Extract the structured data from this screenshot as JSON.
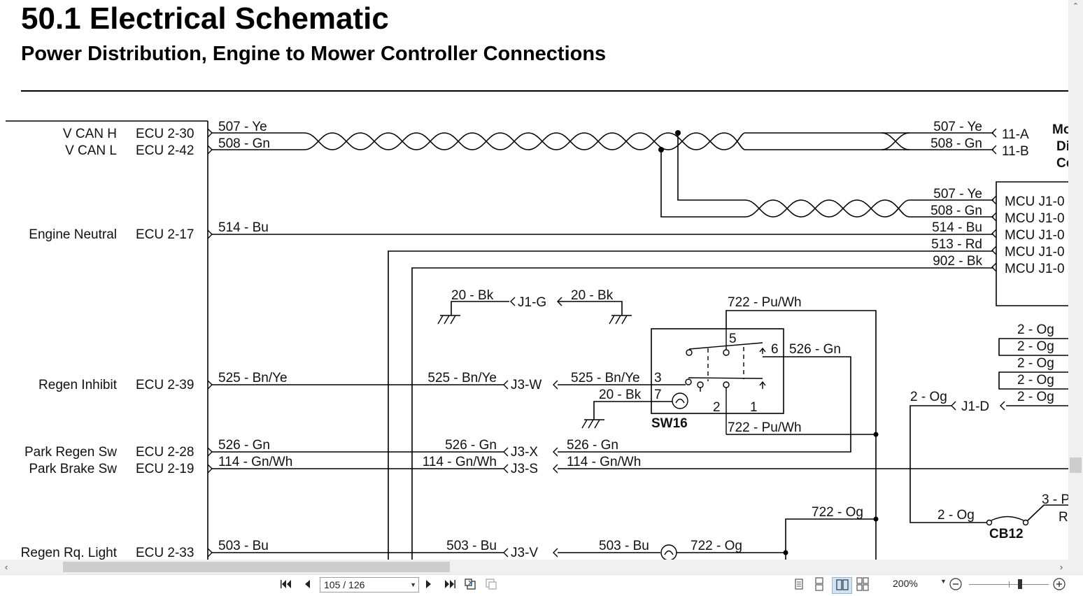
{
  "document": {
    "title": "50.1 Electrical Schematic",
    "subtitle": "Power Distribution, Engine to Mower Controller Connections"
  },
  "schematic": {
    "left_signals": [
      {
        "name": "V CAN H",
        "pin": "ECU 2-30",
        "wire": "507 - Ye"
      },
      {
        "name": "V CAN L",
        "pin": "ECU 2-42",
        "wire": "508 - Gn"
      },
      {
        "name": "Engine Neutral",
        "pin": "ECU 2-17",
        "wire": "514 - Bu"
      },
      {
        "name": "Regen Inhibit",
        "pin": "ECU 2-39",
        "wire": "525 - Bn/Ye"
      },
      {
        "name": "Park Regen Sw",
        "pin": "ECU 2-28",
        "wire": "526 - Gn"
      },
      {
        "name": "Park Brake Sw",
        "pin": "ECU 2-19",
        "wire": "114 - Gn/Wh"
      },
      {
        "name": "Regen Rq. Light",
        "pin": "ECU 2-33",
        "wire": "503 - Bu"
      }
    ],
    "display_connector": {
      "pins": [
        {
          "wire": "507 - Ye",
          "pin": "11-A"
        },
        {
          "wire": "508 - Gn",
          "pin": "11-B"
        }
      ],
      "label_lines": [
        "Mo",
        "Di",
        "Co"
      ]
    },
    "mcu_connector": {
      "pins": [
        {
          "wire": "507 - Ye",
          "pin": "MCU J1-0"
        },
        {
          "wire": "508 - Gn",
          "pin": "MCU J1-0"
        },
        {
          "wire": "514 - Bu",
          "pin": "MCU J1-0"
        },
        {
          "wire": "513 - Rd",
          "pin": "MCU J1-0"
        },
        {
          "wire": "902 - Bk",
          "pin": "MCU J1-0"
        }
      ]
    },
    "ground_splice": {
      "left_wire": "20 - Bk",
      "connector": "J1-G",
      "right_wire": "20 - Bk"
    },
    "switch": {
      "name": "SW16",
      "pin_labels": [
        "5",
        "6",
        "3",
        "7",
        "2",
        "1"
      ],
      "wires": {
        "top": "722 - Pu/Wh",
        "pin6": "526 - Gn",
        "pin3": "525 - Bn/Ye",
        "pin7": "20 - Bk",
        "bottom": "722 - Pu/Wh"
      }
    },
    "j3_connector": {
      "rows": [
        {
          "left_wire": "525 - Bn/Ye",
          "pin": "J3-W"
        },
        {
          "left_wire": "526 - Gn",
          "pin": "J3-X",
          "right_wire": "526 - Gn"
        },
        {
          "left_wire": "114 - Gn/Wh",
          "pin": "J3-S",
          "right_wire": "114 - Gn/Wh"
        },
        {
          "left_wire": "503 - Bu",
          "pin": "J3-V",
          "right_wire": "503 - Bu"
        }
      ]
    },
    "lamp_wire": "722 - Og",
    "feed_wire": "722 - Og",
    "orange_bus": {
      "wires": [
        "2 - Og",
        "2 - Og",
        "2 - Og",
        "2 - Og",
        "2 - Og"
      ],
      "connector": "J1-D",
      "left_wire": "2 - Og"
    },
    "breaker": {
      "name": "CB12",
      "wire": "2 - Og",
      "right_wire": "3 - P",
      "right_label": "R"
    }
  },
  "toolbar": {
    "page_indicator": "105 / 126",
    "zoom": "200%"
  }
}
